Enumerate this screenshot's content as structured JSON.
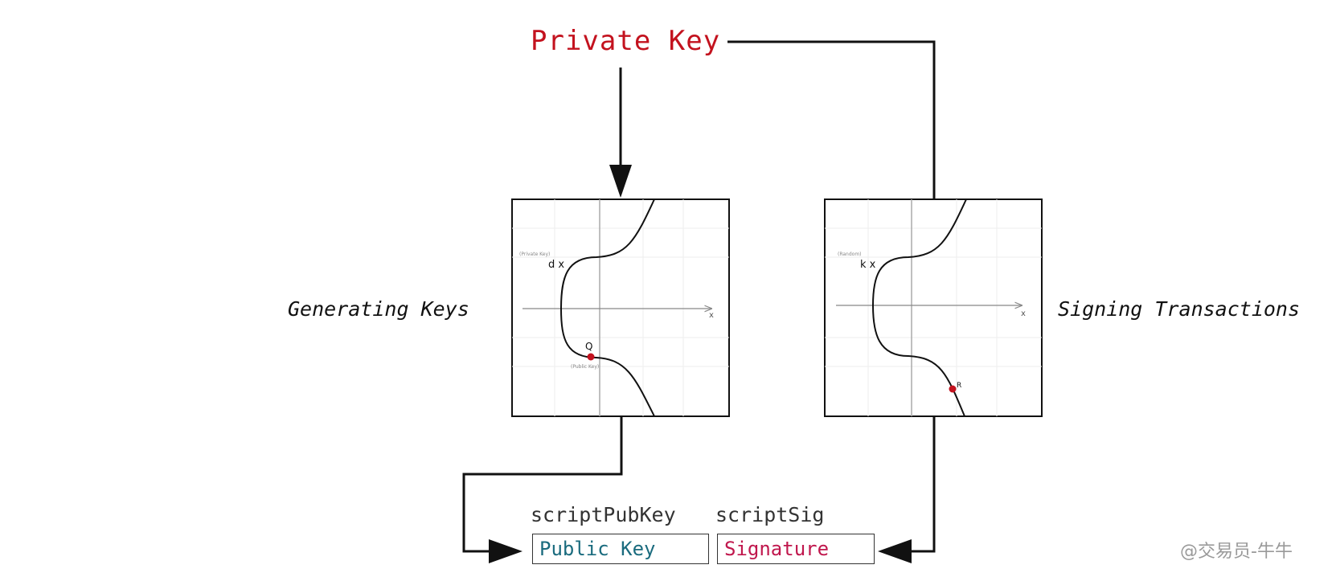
{
  "private_key_label": "Private Key",
  "left_panel": {
    "caption": "Generating Keys",
    "small_label": "(Private Key)",
    "var_label": "d x",
    "point_label": "Q",
    "point_sublabel": "(Public Key)",
    "axis_label": "x"
  },
  "right_panel": {
    "caption": "Signing Transactions",
    "small_label": "(Random)",
    "var_label": "k x",
    "point_label": "R",
    "axis_label": "x"
  },
  "outputs": {
    "script_pub_key_label": "scriptPubKey",
    "script_sig_label": "scriptSig",
    "public_key_box": "Public Key",
    "signature_box": "Signature"
  },
  "watermark": "@交易员-牛牛",
  "colors": {
    "private_key": "#c3121e",
    "public_key": "#1a6b7e",
    "signature": "#c0174d",
    "point": "#c3121e",
    "line": "#111111"
  }
}
